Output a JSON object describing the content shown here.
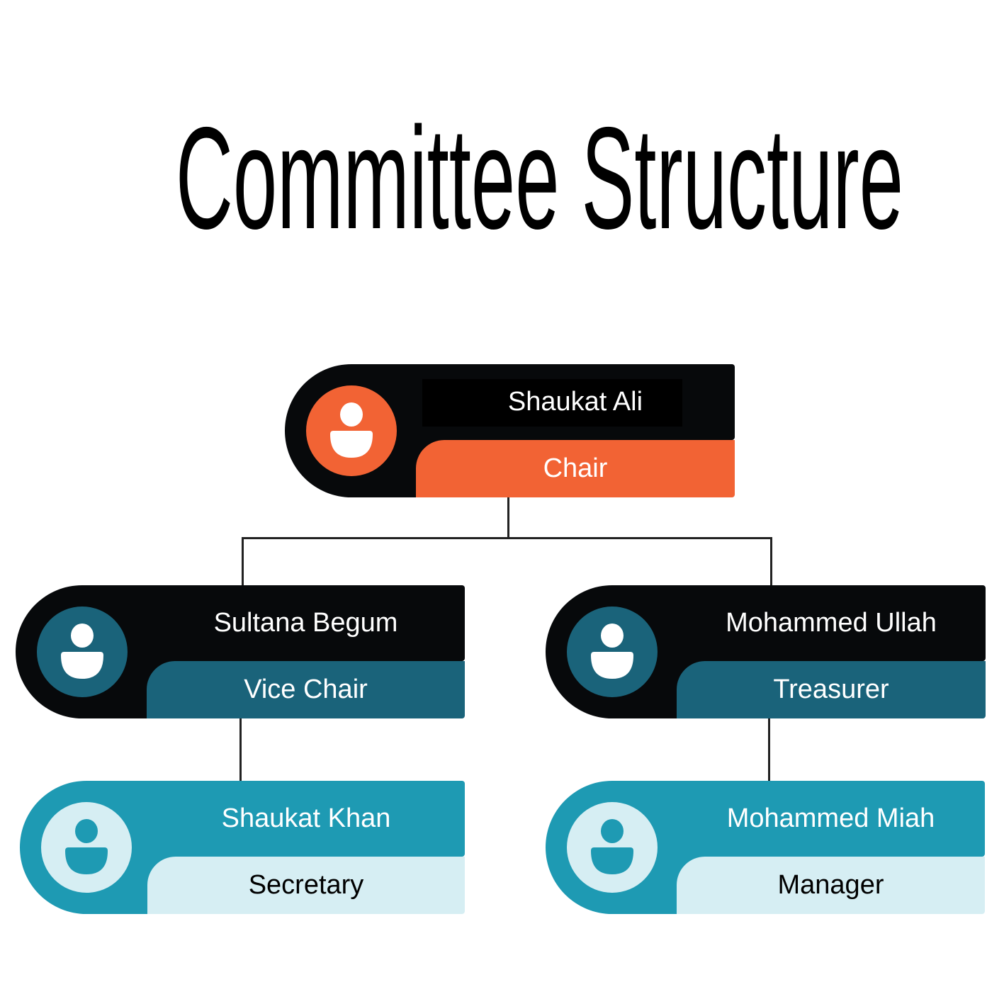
{
  "title": "Committee Structure",
  "colors": {
    "black": "#07090b",
    "orange": "#f26334",
    "dark_teal": "#1a637a",
    "teal": "#1e9ab3",
    "light_teal": "#d6eef3",
    "white": "#ffffff"
  },
  "members": [
    {
      "name": "Shaukat Ali",
      "role": "Chair",
      "icon": "person-icon"
    },
    {
      "name": "Sultana Begum",
      "role": "Vice Chair",
      "icon": "person-icon"
    },
    {
      "name": "Mohammed Ullah",
      "role": "Treasurer",
      "icon": "person-icon"
    },
    {
      "name": "Shaukat Khan",
      "role": "Secretary",
      "icon": "person-icon"
    },
    {
      "name": "Mohammed Miah",
      "role": "Manager",
      "icon": "person-icon"
    }
  ]
}
